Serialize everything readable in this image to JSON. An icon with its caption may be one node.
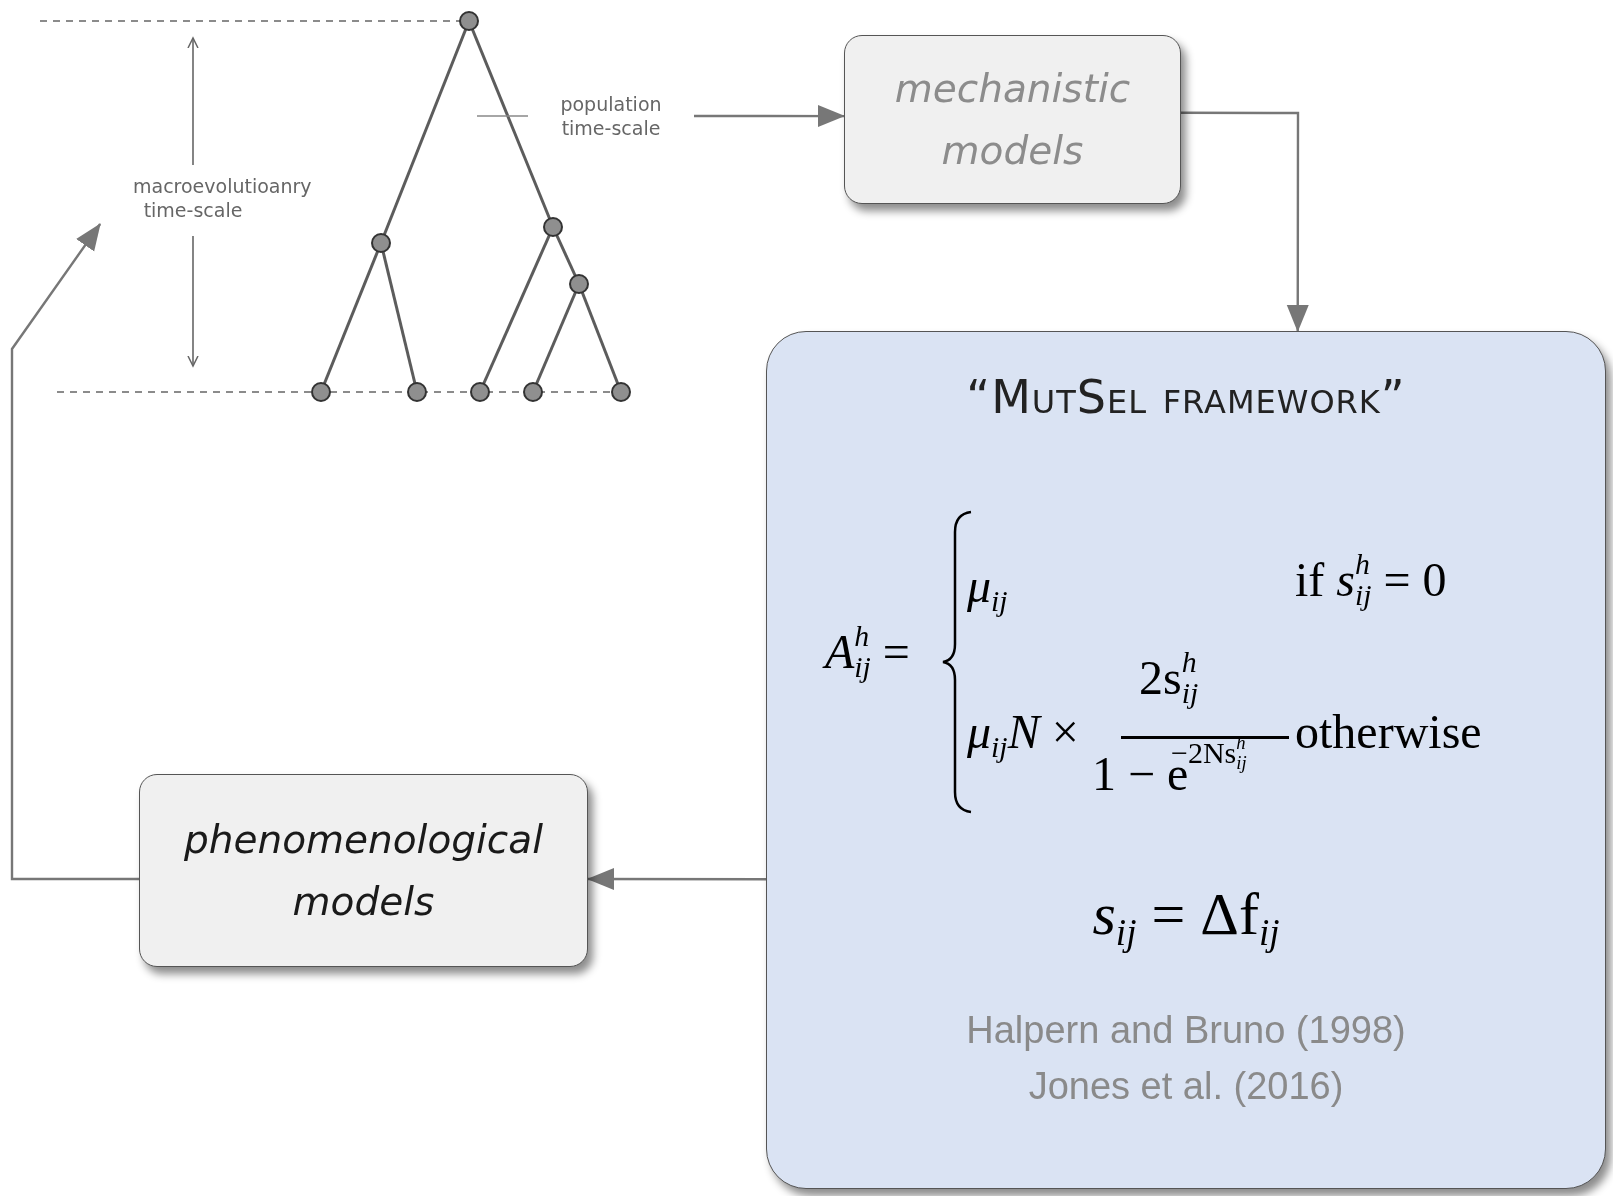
{
  "diagram": {
    "nodes": [
      {
        "text": [
          "population time-scale"
        ]
      },
      {
        "text": [
          "macroevolutioanry time-scale"
        ]
      },
      {
        "text": [
          "mechanistic models"
        ]
      },
      {
        "text": [
          "“MutSel framework”",
          "*A*$^{h}$$_{ij}$ =",
          "*μ*$_{ij}$",
          "if *s*$^{h}$$_{ij}$ = 0",
          "*μ*$_{ij}$*N* ×",
          "2s$^{h}$$_{ij}$",
          "1 − e",
          "−2Ns$^{h}$$_{ij}$",
          "otherwise",
          "*s*$_{ij}$ = Δf$_{ij}$",
          "Halpern and Bruno (1998) Jones et al. (2016)"
        ]
      },
      {
        "text": [
          "phenomenological models"
        ]
      }
    ],
    "edges": [
      {
        "from": 0,
        "to": null,
        "arrow": "none"
      },
      {
        "from": 0,
        "to": 2,
        "arrow": "to"
      },
      {
        "from": 2,
        "to": 3,
        "arrow": "to"
      },
      {
        "from": 3,
        "to": 4,
        "arrow": "to"
      },
      {
        "from": 4,
        "to": 1,
        "arrow": "to"
      }
    ]
  }
}
